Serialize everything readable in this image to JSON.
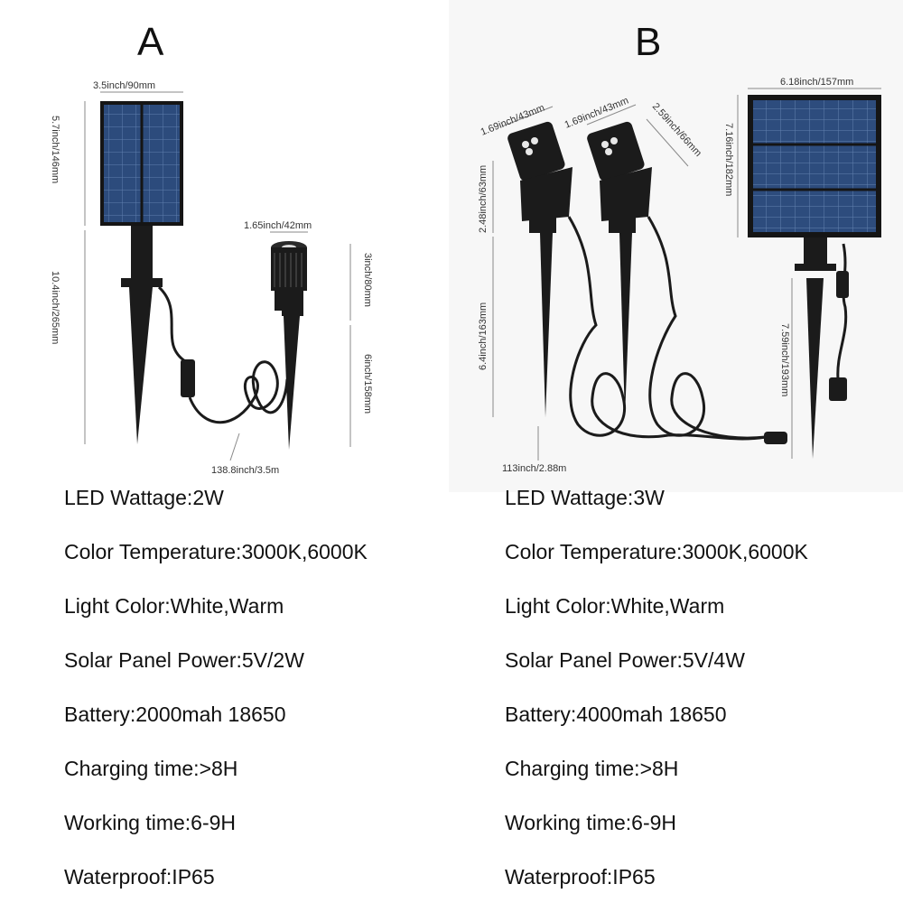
{
  "variants": {
    "a": {
      "label": "A",
      "dims": {
        "panel_width": "3.5inch/90mm",
        "panel_height": "5.7inch/146mm",
        "stake_height": "10.4inch/265mm",
        "lamp_width": "1.65inch/42mm",
        "lamp_head_height": "3inch/80mm",
        "lamp_stake_height": "6inch/158mm",
        "cable_length": "138.8inch/3.5m"
      },
      "specs": [
        "LED Wattage:2W",
        "Color Temperature:3000K,6000K",
        "Light Color:White,Warm",
        "Solar Panel Power:5V/2W",
        "Battery:2000mah 18650",
        "Charging time:>8H",
        "Working time:6-9H",
        "Waterproof:IP65"
      ]
    },
    "b": {
      "label": "B",
      "dims": {
        "lamp1_width": "1.69inch/43mm",
        "lamp2_width": "1.69inch/43mm",
        "lamp_head_length": "2.59inch/66mm",
        "lamp_head_height": "2.48inch/63mm",
        "lamp_stake_height": "6.4inch/163mm",
        "cable_length": "113inch/2.88m",
        "panel_width": "6.18inch/157mm",
        "panel_height": "7.16inch/182mm",
        "panel_stake_height": "7.59inch/193mm"
      },
      "specs": [
        "LED Wattage:3W",
        "Color Temperature:3000K,6000K",
        "Light Color:White,Warm",
        "Solar Panel Power:5V/4W",
        "Battery:4000mah 18650",
        "Charging time:>8H",
        "Working time:6-9H",
        "Waterproof:IP65"
      ]
    }
  },
  "colors": {
    "panel_cell": "#2b4a7a",
    "panel_frame": "#1a1a1a",
    "stake": "#1b1b1b",
    "dimension_line": "#8a8a8a"
  }
}
